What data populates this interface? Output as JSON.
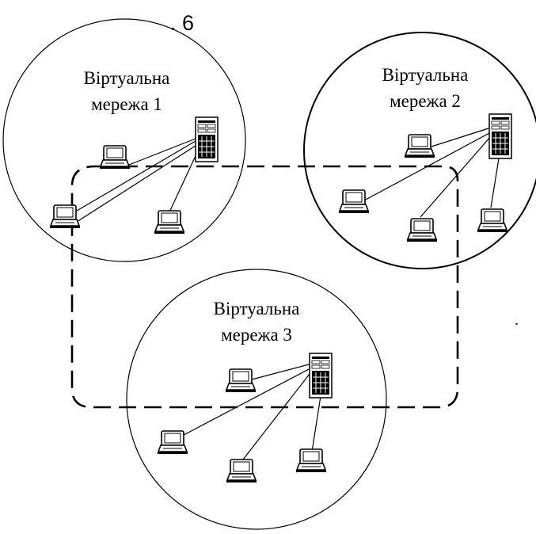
{
  "figure_number": ". 6",
  "networks": [
    {
      "label_line1": "Віртуальна",
      "label_line2": "мережа 1"
    },
    {
      "label_line1": "Віртуальна",
      "label_line2": "мережа 2"
    },
    {
      "label_line1": "Віртуальна",
      "label_line2": "мережа 3"
    }
  ],
  "stray_mark": "."
}
